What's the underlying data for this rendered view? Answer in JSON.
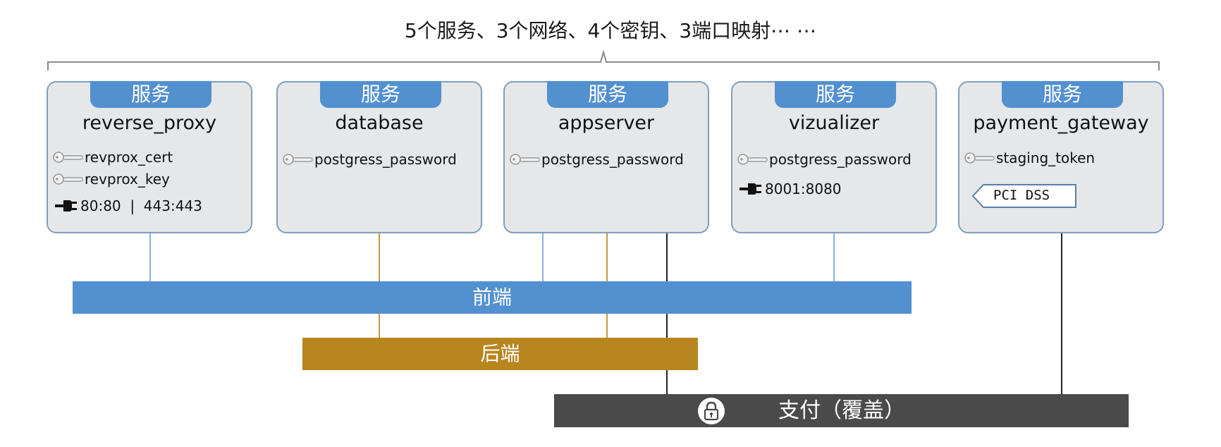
{
  "caption": "5个服务、3个网络、4个密钥、3端口映射⋯ ⋯",
  "service_tab_label": "服务",
  "services": [
    {
      "name": "reverse_proxy",
      "secrets": [
        "revprox_cert",
        "revprox_key"
      ],
      "ports": "80:80  |  443:443"
    },
    {
      "name": "database",
      "secrets": [
        "postgress_password"
      ]
    },
    {
      "name": "appserver",
      "secrets": [
        "postgress_password"
      ]
    },
    {
      "name": "vizualizer",
      "secrets": [
        "postgress_password"
      ],
      "ports": "8001:8080"
    },
    {
      "name": "payment_gateway",
      "secrets": [
        "staging_token"
      ],
      "tag": "PCI DSS"
    }
  ],
  "networks": {
    "frontend": {
      "label": "前端",
      "color": "#5290d0"
    },
    "backend": {
      "label": "后端",
      "color": "#b8861f"
    },
    "payment": {
      "label": "支付（覆盖）",
      "color": "#4a4a4a"
    }
  },
  "icons": {
    "secret": "key-icon",
    "port": "plug-icon",
    "overlay_network": "lock-icon"
  }
}
